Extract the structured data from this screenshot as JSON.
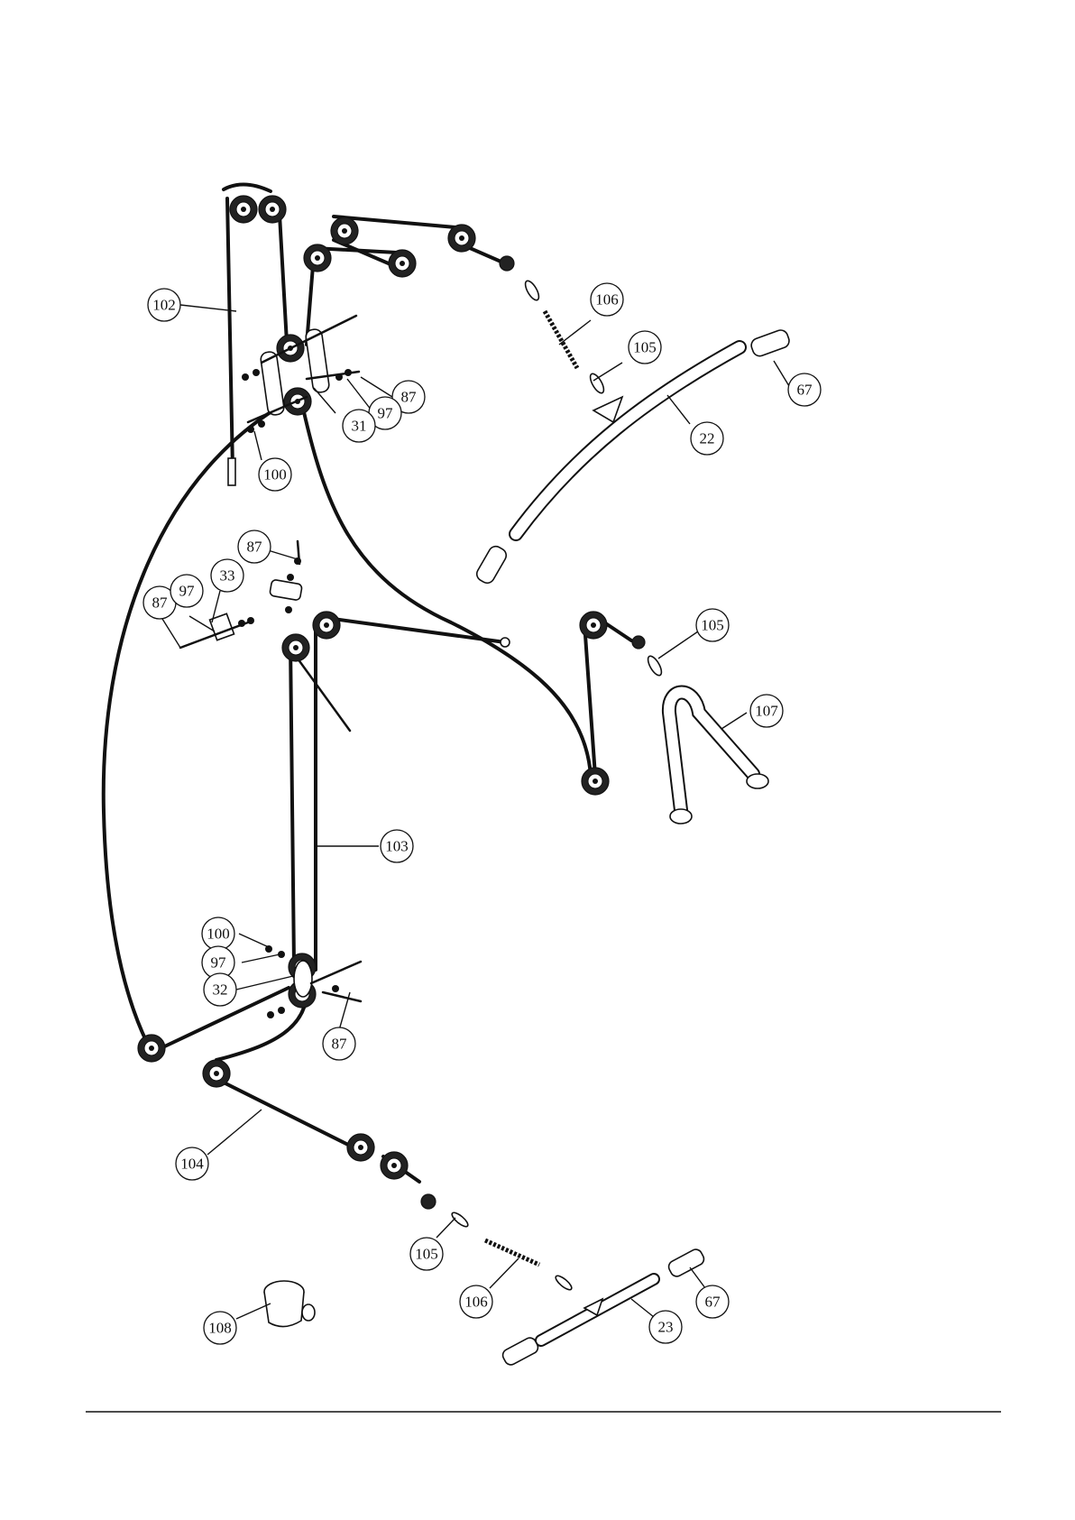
{
  "callouts": [
    {
      "id": "c102",
      "label": "102"
    },
    {
      "id": "c106a",
      "label": "106"
    },
    {
      "id": "c105a",
      "label": "105"
    },
    {
      "id": "c67a",
      "label": "67"
    },
    {
      "id": "c87a",
      "label": "87"
    },
    {
      "id": "c97a",
      "label": "97"
    },
    {
      "id": "c31",
      "label": "31"
    },
    {
      "id": "c22",
      "label": "22"
    },
    {
      "id": "c100a",
      "label": "100"
    },
    {
      "id": "c87b",
      "label": "87"
    },
    {
      "id": "c33",
      "label": "33"
    },
    {
      "id": "c87c",
      "label": "87"
    },
    {
      "id": "c97b",
      "label": "97"
    },
    {
      "id": "c105b",
      "label": "105"
    },
    {
      "id": "c107",
      "label": "107"
    },
    {
      "id": "c103",
      "label": "103"
    },
    {
      "id": "c100b",
      "label": "100"
    },
    {
      "id": "c97c",
      "label": "97"
    },
    {
      "id": "c32",
      "label": "32"
    },
    {
      "id": "c87d",
      "label": "87"
    },
    {
      "id": "c104",
      "label": "104"
    },
    {
      "id": "c105c",
      "label": "105"
    },
    {
      "id": "c106b",
      "label": "106"
    },
    {
      "id": "c67b",
      "label": "67"
    },
    {
      "id": "c23",
      "label": "23"
    },
    {
      "id": "c108",
      "label": "108"
    }
  ]
}
